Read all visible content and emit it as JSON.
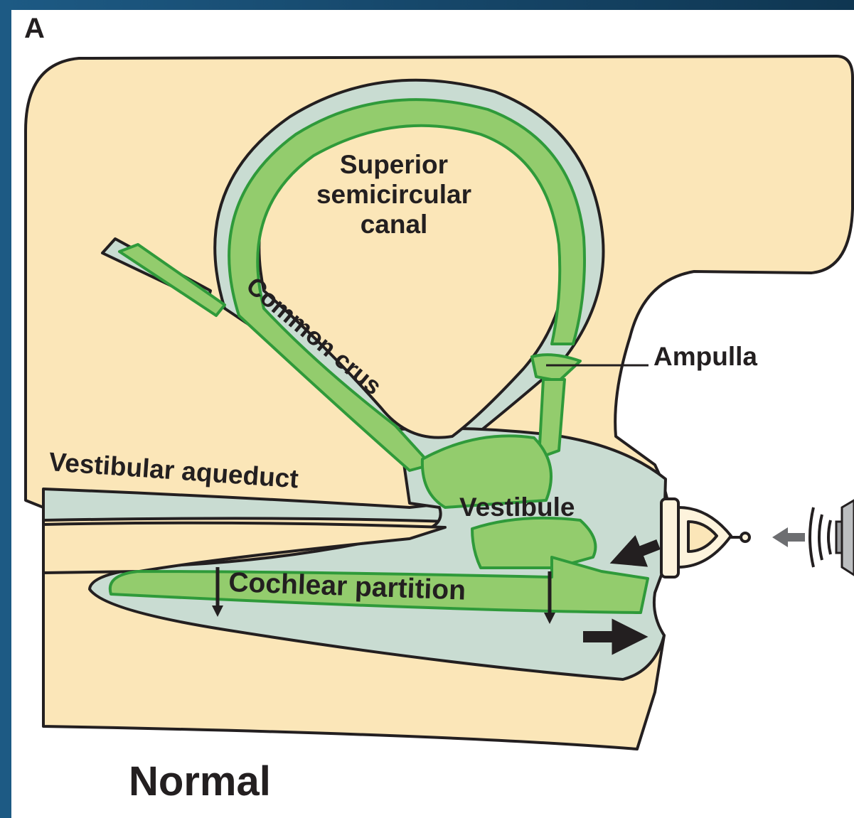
{
  "panel_letter": "A",
  "condition_title": "Normal",
  "labels": {
    "superior_canal": [
      "Superior",
      "semicircular",
      "canal"
    ],
    "common_crus": "Common crus",
    "ampulla": "Ampulla",
    "vestibular_aqueduct": "Vestibular aqueduct",
    "vestibule": "Vestibule",
    "cochlear_partition": "Cochlear partition"
  },
  "colors": {
    "bone": "#fbe6b8",
    "perilymph": "#c9dcd2",
    "endolymph": "#93cc6d",
    "membrane_outline": "#2f9a3a",
    "outline": "#231f20",
    "background_left": "#1d5a84",
    "background_right": "#0f3651"
  },
  "icons": [
    "stapes-icon",
    "speaker-icon",
    "arrow-icon"
  ]
}
